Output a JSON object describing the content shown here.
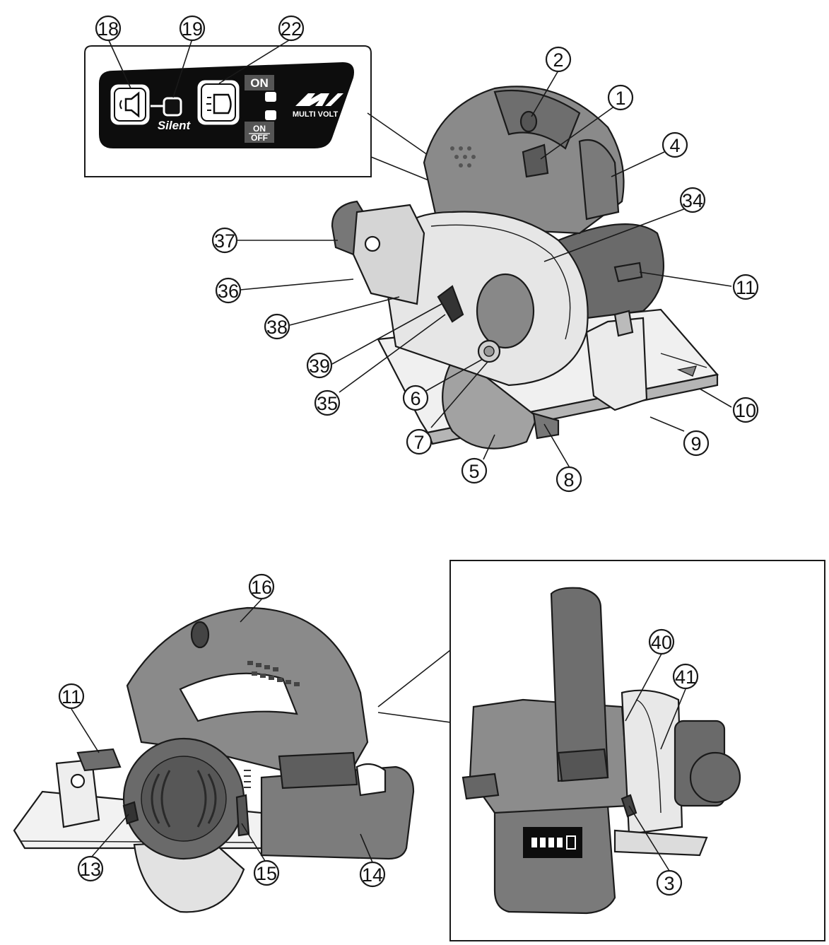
{
  "panel": {
    "on_label": "ON",
    "on_off_label_top": "ON",
    "on_off_label_bottom": "OFF",
    "silent_label": "Silent",
    "brand_label": "MULTI VOLT"
  },
  "colors": {
    "body_gray": "#8a8a8a",
    "body_dark": "#5e5e5e",
    "guard_light": "#e6e6e6",
    "panel_black": "#0d0d0d",
    "outline": "#1a1a1a"
  },
  "callouts": [
    {
      "id": "c18",
      "number": "18"
    },
    {
      "id": "c19",
      "number": "19"
    },
    {
      "id": "c22",
      "number": "22"
    },
    {
      "id": "c2",
      "number": "2"
    },
    {
      "id": "c1",
      "number": "1"
    },
    {
      "id": "c4",
      "number": "4"
    },
    {
      "id": "c34",
      "number": "34"
    },
    {
      "id": "c37",
      "number": "37"
    },
    {
      "id": "c36",
      "number": "36"
    },
    {
      "id": "c38",
      "number": "38"
    },
    {
      "id": "c39",
      "number": "39"
    },
    {
      "id": "c35",
      "number": "35"
    },
    {
      "id": "c6",
      "number": "6"
    },
    {
      "id": "c7",
      "number": "7"
    },
    {
      "id": "c5",
      "number": "5"
    },
    {
      "id": "c8",
      "number": "8"
    },
    {
      "id": "c9",
      "number": "9"
    },
    {
      "id": "c10",
      "number": "10"
    },
    {
      "id": "c11a",
      "number": "11"
    },
    {
      "id": "c16",
      "number": "16"
    },
    {
      "id": "c11b",
      "number": "11"
    },
    {
      "id": "c13",
      "number": "13"
    },
    {
      "id": "c15",
      "number": "15"
    },
    {
      "id": "c14",
      "number": "14"
    },
    {
      "id": "c40",
      "number": "40"
    },
    {
      "id": "c41",
      "number": "41"
    },
    {
      "id": "c3",
      "number": "3"
    }
  ]
}
